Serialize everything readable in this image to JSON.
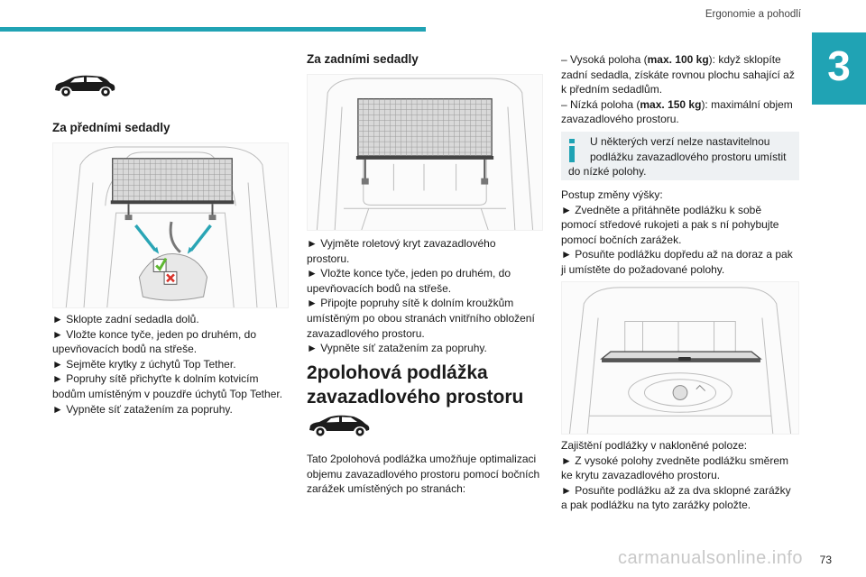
{
  "header": {
    "section_title": "Ergonomie a pohodlí",
    "chapter": "3",
    "page_number": "73"
  },
  "watermark": "carmanualsonline.info",
  "col1": {
    "car_icon": "suv-car-icon",
    "heading": "Za předními sedadly",
    "lines": [
      "► Sklopte zadní sedadla dolů.",
      "► Vložte konce tyče, jeden po druhém, do",
      "upevňovacích bodů na střeše.",
      "► Sejměte krytky z úchytů Top Tether.",
      "► Popruhy sítě přichyťte k dolním kotvicím",
      "bodům umístěným v pouzdře úchytů Top Tether.",
      "► Vypněte síť zatažením za popruhy."
    ]
  },
  "col2": {
    "heading": "Za zadními sedadly",
    "lines": [
      "► Vyjměte roletový kryt zavazadlového",
      "prostoru.",
      "► Vložte konce tyče, jeden po druhém, do",
      "upevňovacích bodů na střeše.",
      "► Připojte popruhy sítě k dolním kroužkům",
      "umístěným po obou stranách vnitřního obložení",
      "zavazadlového prostoru.",
      "► Vypněte síť zatažením za popruhy."
    ],
    "section_title_line1": "2polohová podlážka",
    "section_title_line2": "zavazadlového prostoru",
    "car_icon": "hatchback-car-icon",
    "intro_lines": [
      "Tato 2polohová podlážka umožňuje optimalizaci",
      "objemu zavazadlového prostoru pomocí bočních",
      "zarážek umístěných po stranách:"
    ]
  },
  "col3": {
    "high": {
      "pre": "– Vysoká poloha (",
      "bold": "max. 100 kg",
      "post": "): když sklopíte"
    },
    "high_lines": [
      "zadní sedadla, získáte rovnou plochu sahající až",
      "k předním sedadlům."
    ],
    "low": {
      "pre": "– Nízká poloha (",
      "bold": "max. 150 kg",
      "post": "): maximální objem"
    },
    "low_lines": [
      "zavazadlového prostoru."
    ],
    "info_lines": [
      "U některých verzí nelze nastavitelnou",
      "podlážku zavazadlového prostoru umístit",
      "do nízké polohy."
    ],
    "change_lines": [
      "Postup změny výšky:",
      "► Zvedněte a přitáhněte podlážku k sobě",
      "pomocí středové rukojeti a pak s ní pohybujte",
      "pomocí bočních zarážek.",
      "► Posuňte podlážku dopředu až na doraz a pak",
      "ji umístěte do požadované polohy."
    ],
    "tilt_lines": [
      "Zajištění podlážky v nakloněné poloze:",
      "► Z vysoké polohy zvedněte podlážku směrem",
      "ke krytu zavazadlového prostoru.",
      "► Posuňte podlážku až za dva sklopné zarážky",
      "a pak podlážku na tyto zarážky položte."
    ]
  },
  "colors": {
    "accent": "#20a3b4",
    "info_box_bg": "#eef1f3",
    "arrow_teal": "#2aa5b5",
    "check_green": "#5fb832",
    "cross_red": "#d9342b"
  }
}
